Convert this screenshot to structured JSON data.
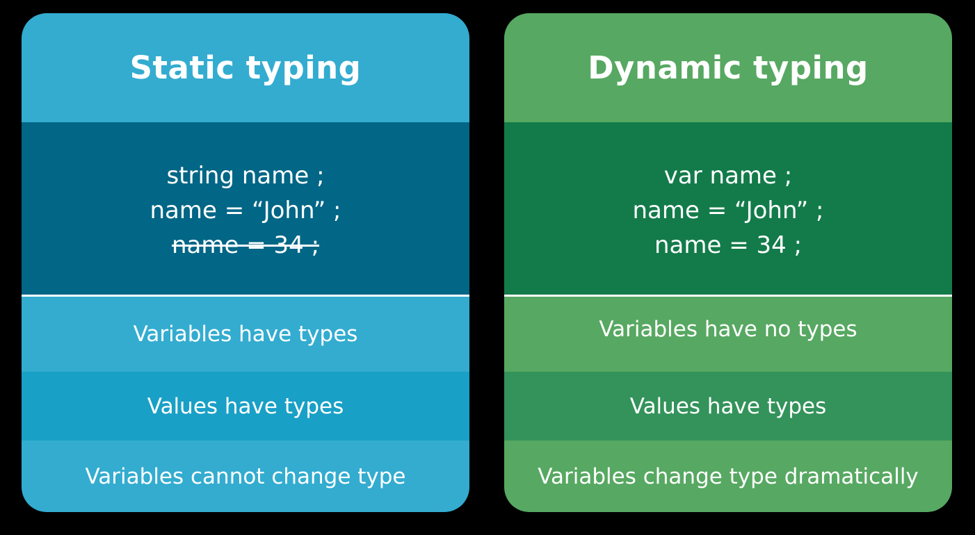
{
  "colors": {
    "background": "#000000",
    "static_light": "#33acd0",
    "static_dark": "#026686",
    "static_mid": "#19a0c6",
    "dynamic_light": "#57a862",
    "dynamic_dark": "#137b4a",
    "dynamic_mid": "#33935a",
    "text": "#ffffff"
  },
  "static": {
    "title": "Static typing",
    "code": [
      "string name ;",
      "name = “John” ;",
      "name = 34 ;"
    ],
    "rows": [
      "Variables have types",
      "Values have types",
      "Variables cannot change type"
    ]
  },
  "dynamic": {
    "title": "Dynamic typing",
    "code": [
      "var name ;",
      "name = “John” ;",
      "name = 34 ;"
    ],
    "rows": [
      "Variables have no types",
      "Values have types",
      "Variables change type dramatically"
    ]
  }
}
